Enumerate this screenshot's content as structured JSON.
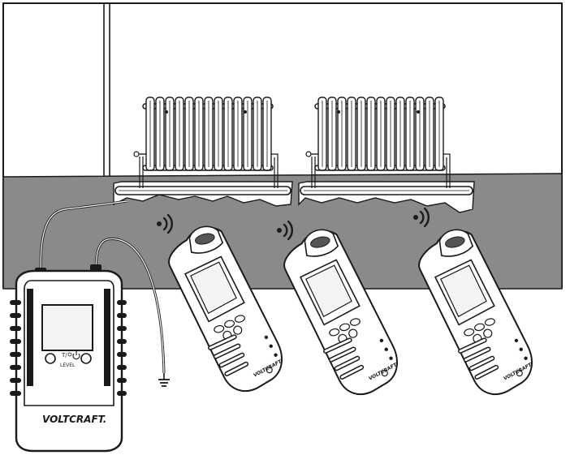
{
  "transmitter": {
    "brand": "VOLTCRAFT.",
    "button_signal_label": "LEVEL",
    "power_icon": "power-icon",
    "signal_icon": "signal-level-icon"
  },
  "receivers": [
    {
      "brand": "VOLTCRAFT"
    },
    {
      "brand": "VOLTCRAFT"
    },
    {
      "brand": "VOLTCRAFT"
    }
  ],
  "icons": {
    "ground": "ground-symbol-icon",
    "signal": "wireless-signal-icon",
    "radiator": "radiator-icon"
  },
  "colors": {
    "wall_floor": "#8a8a8a",
    "line": "#1a1a1a",
    "paper": "#ffffff",
    "device_screen": "#f4f4f4"
  }
}
